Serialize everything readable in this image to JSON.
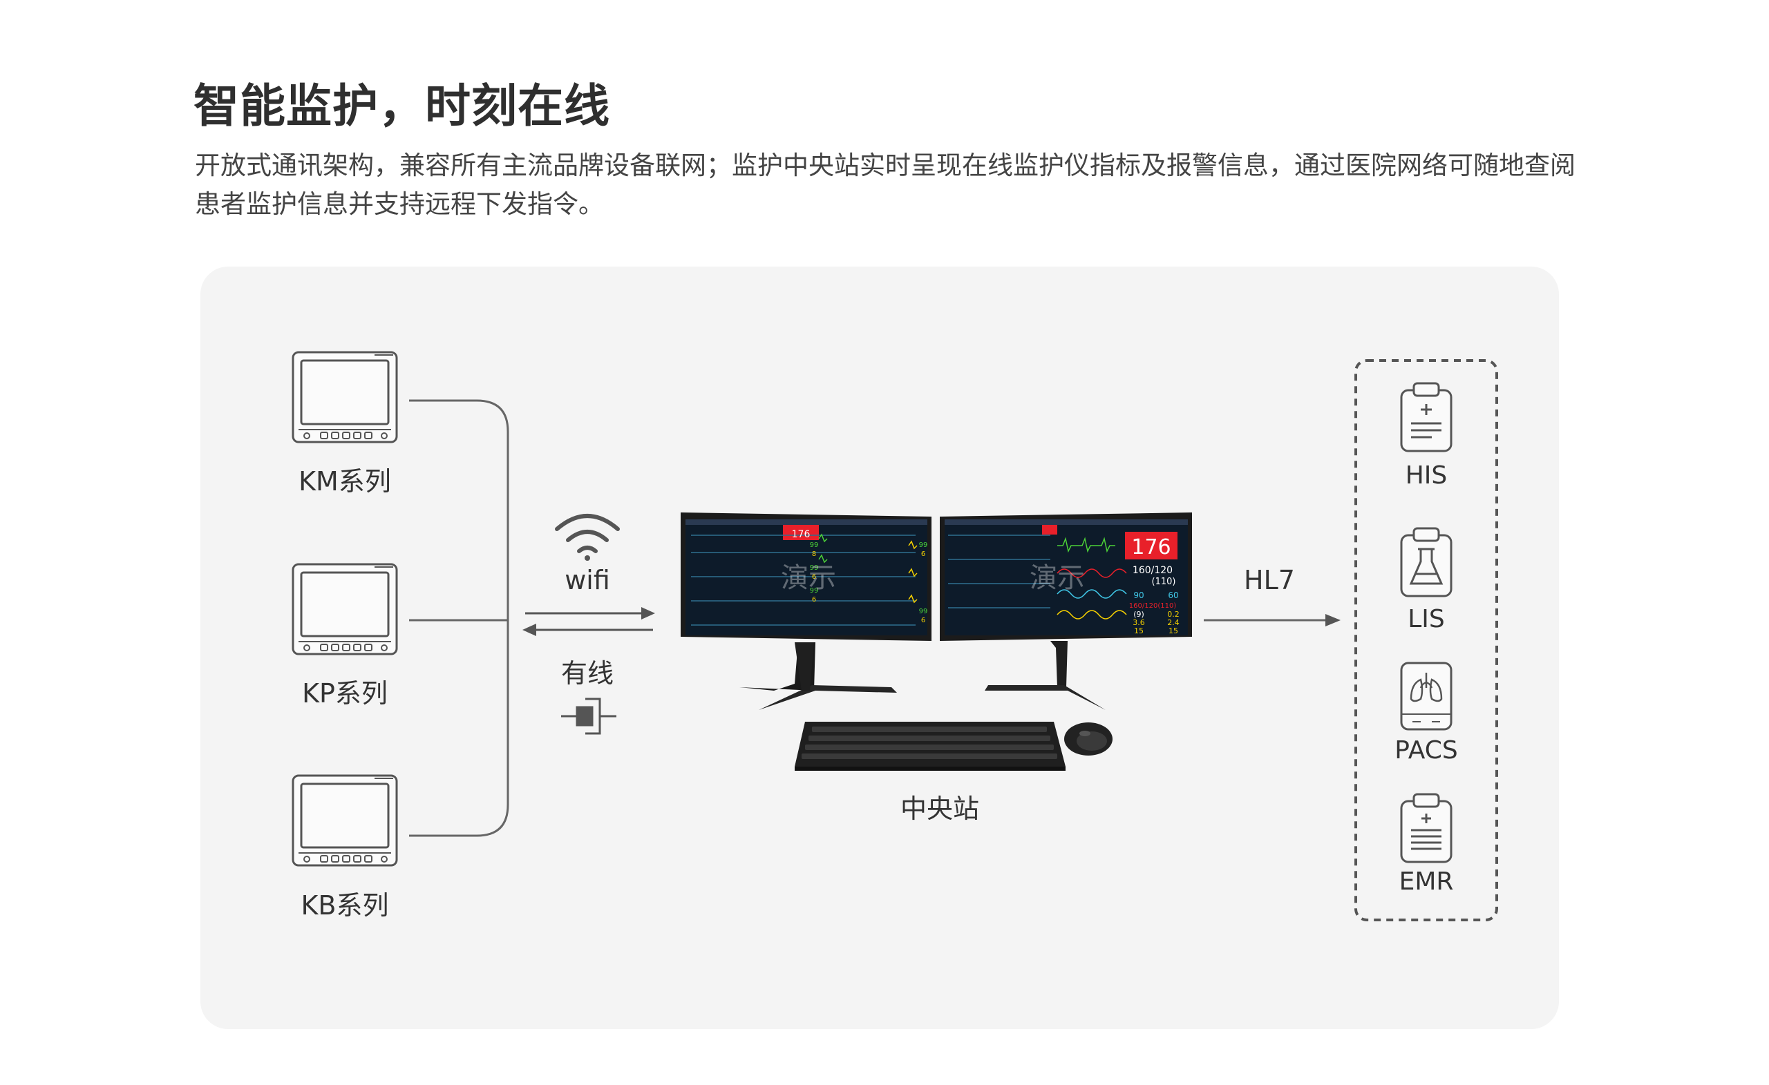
{
  "header": {
    "title": "智能监护，时刻在线",
    "description": "开放式通讯架构，兼容所有主流品牌设备联网；监护中央站实时呈现在线监护仪指标及报警信息，通过医院网络可随地查阅患者监护信息并支持远程下发指令。"
  },
  "devices": [
    {
      "label": "KM系列",
      "icon": "monitor-icon"
    },
    {
      "label": "KP系列",
      "icon": "monitor-icon"
    },
    {
      "label": "KB系列",
      "icon": "monitor-icon"
    }
  ],
  "links": {
    "wifi_label": "wifi",
    "wired_label": "有线",
    "hl7_label": "HL7"
  },
  "central_station": {
    "label": "中央站",
    "watermark": "演示",
    "left_screen_values": [
      "176",
      "99",
      "8",
      "99",
      "6",
      "99",
      "6",
      "99",
      "6",
      "99",
      "6"
    ],
    "right_screen": {
      "hr": "176",
      "bp": "160/120",
      "bp_mean": "(110)",
      "spo2": "90",
      "pr": "60",
      "bp2": "160/120(110)",
      "resp": "(9)",
      "val_a": "3.6",
      "val_b": "0.2",
      "val_c": "2.4",
      "val_d": "15",
      "val_e": "15"
    }
  },
  "systems": [
    {
      "label": "HIS",
      "icon": "clipboard-plus-icon"
    },
    {
      "label": "LIS",
      "icon": "lab-flask-icon"
    },
    {
      "label": "PACS",
      "icon": "lungs-icon"
    },
    {
      "label": "EMR",
      "icon": "clipboard-plus-icon"
    }
  ],
  "colors": {
    "line": "#666666",
    "panel_bg": "#f4f4f4",
    "alarm_red": "#e8202a",
    "wave_green": "#4cd137",
    "wave_yellow": "#f5d000",
    "wave_cyan": "#40c8e8"
  }
}
